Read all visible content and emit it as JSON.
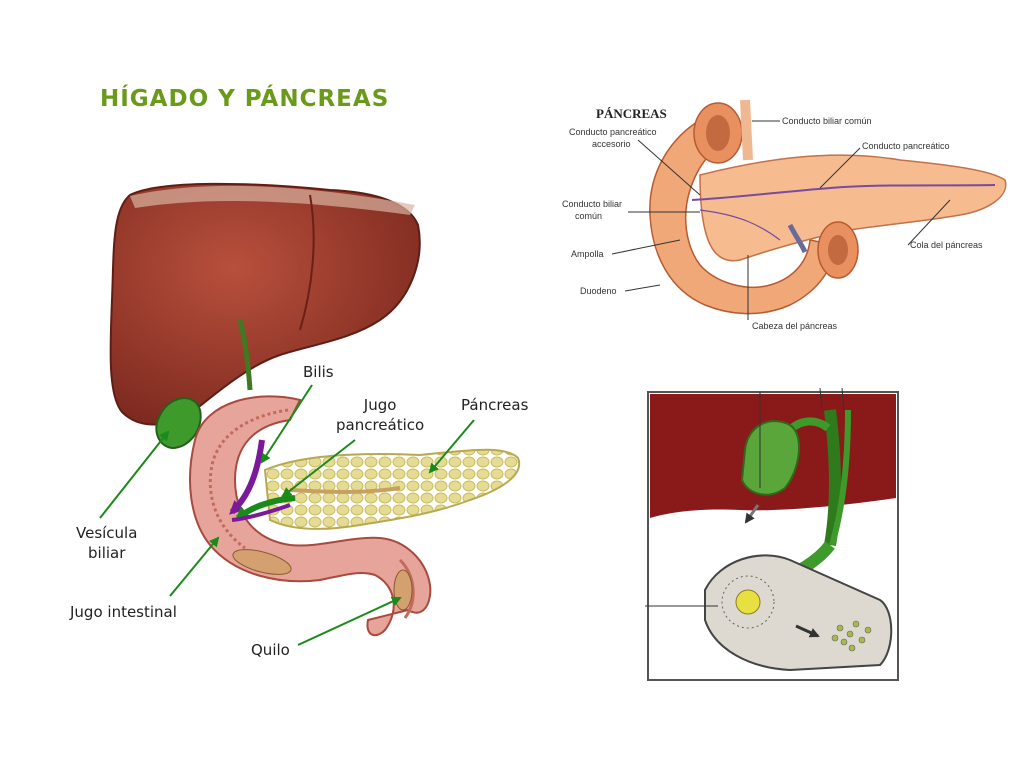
{
  "title": "HÍGADO Y PÁNCREAS",
  "colors": {
    "title": "#6a9a1a",
    "arrow_green": "#1a8a1a",
    "arrow_purple": "#7a1a9a",
    "liver": "#9c3a2c",
    "gallbladder": "#3f9a2c",
    "pancreas": "#e0d68a",
    "duodenum": "#e7a49a",
    "pancreas_top": "#f0a878"
  },
  "main_labels": {
    "bilis": "Bilis",
    "jugo_pancreatico_1": "Jugo",
    "jugo_pancreatico_2": "pancreático",
    "pancreas": "Páncreas",
    "vesicula_1": "Vesícula",
    "vesicula_2": "biliar",
    "jugo_intestinal": "Jugo intestinal",
    "quilo": "Quilo"
  },
  "top_right": {
    "title": "PÁNCREAS",
    "labels": {
      "conducto_pancreatico_accesorio_1": "Conducto pancreático",
      "conducto_pancreatico_accesorio_2": "accesorio",
      "conducto_biliar_comun_left_1": "Conducto biliar",
      "conducto_biliar_comun_left_2": "común",
      "ampolla": "Ampolla",
      "duodeno": "Duodeno",
      "conducto_biliar_comun_top": "Conducto biliar común",
      "conducto_pancreatico": "Conducto pancreático",
      "cola_del_pancreas": "Cola del páncreas",
      "cabeza_del_pancreas": "Cabeza del páncreas"
    }
  }
}
